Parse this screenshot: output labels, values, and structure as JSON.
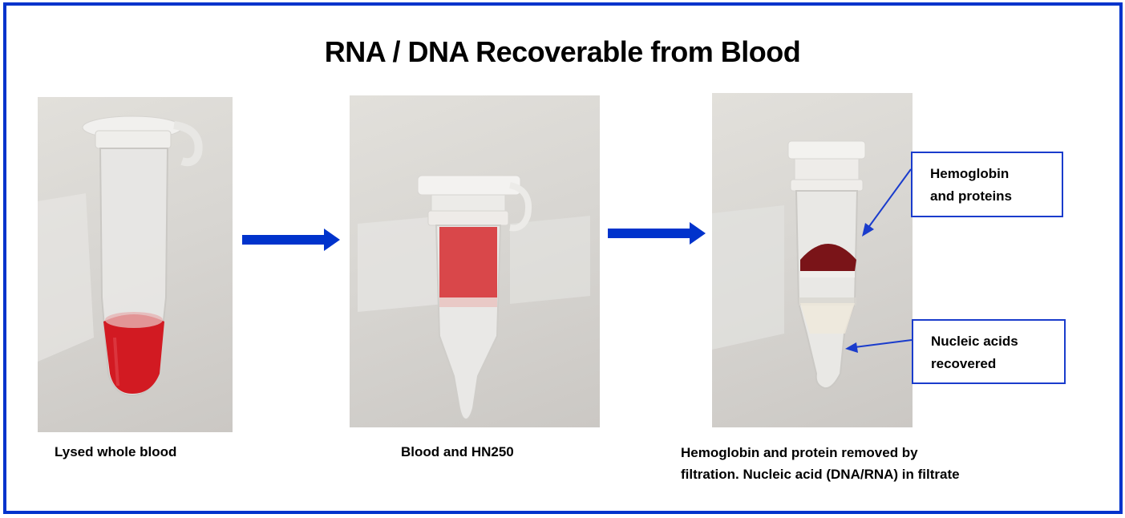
{
  "title": "RNA / DNA Recoverable from Blood",
  "colors": {
    "frame_border": "#0033cc",
    "arrow": "#0033cc",
    "callout_border": "#1a3ccc",
    "blood_red": "#d21a22",
    "pellet": "#7a1418"
  },
  "steps": [
    {
      "image_description": "Microcentrifuge tube containing lysed whole blood (bright red liquid at bottom)",
      "caption": "Lysed whole blood"
    },
    {
      "image_description": "Spin filter tube with blood and HN250 (red upper layer, clear lower)",
      "caption": "Blood and HN250"
    },
    {
      "image_description": "Spin filter tube after filtration: dark red pellet on filter, clear filtrate below",
      "caption_lines": [
        "Hemoglobin and protein removed by",
        "filtration.  Nucleic acid (DNA/RNA) in filtrate"
      ]
    }
  ],
  "arrows": [
    {
      "from": "step-1",
      "to": "step-2",
      "icon": "right-arrow-icon"
    },
    {
      "from": "step-2",
      "to": "step-3",
      "icon": "right-arrow-icon"
    }
  ],
  "callouts": [
    {
      "lines": [
        "Hemoglobin",
        "and proteins"
      ],
      "points_to": "filter pellet"
    },
    {
      "lines": [
        "Nucleic acids",
        "recovered"
      ],
      "points_to": "filtrate at tube bottom"
    }
  ]
}
